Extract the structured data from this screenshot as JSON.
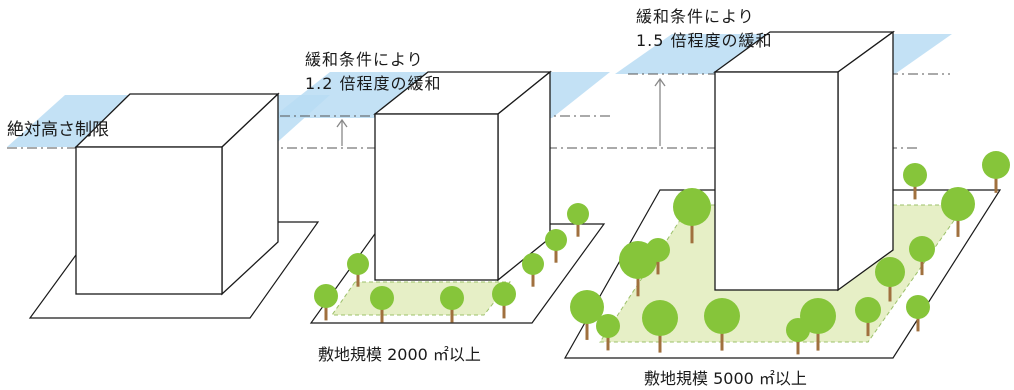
{
  "labels": {
    "absolute_height_limit": "絶対高さ制限",
    "relax_a_line1": "緩和条件により",
    "relax_a_line2": "1.2 倍程度の緩和",
    "relax_b_line1": "緩和条件により",
    "relax_b_line2": "1.5 倍程度の緩和",
    "site_a": "敷地規模 2000 ㎡以上",
    "site_b": "敷地規模 5000 ㎡以上"
  },
  "colors": {
    "limit_plane": "#b9dcf3",
    "lawn": "#e6efc6",
    "tree_crown": "#86c53a",
    "tree_trunk": "#a0703e",
    "line": "#1a1a1a",
    "dash_line": "#555555",
    "arrow": "#888888"
  }
}
